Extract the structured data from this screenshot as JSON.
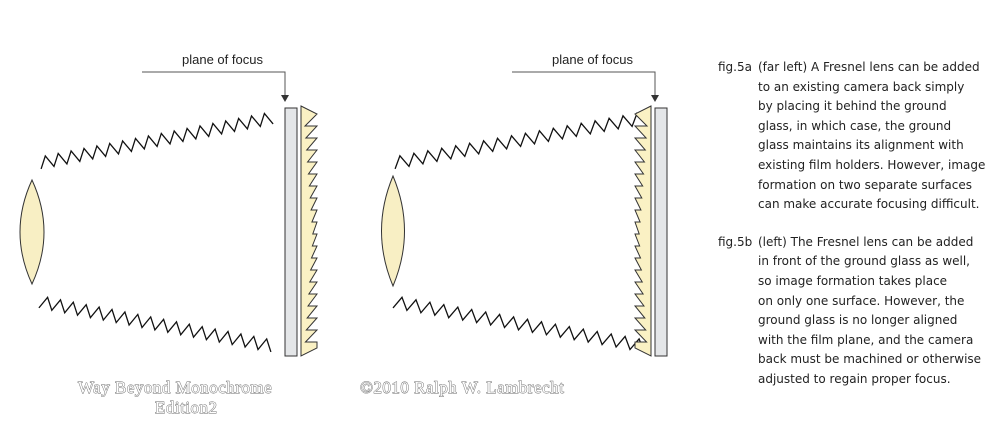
{
  "figures": [
    {
      "label_focus": "plane of focus",
      "arrangement": "fresnel behind ground glass"
    },
    {
      "label_focus": "plane of focus",
      "arrangement": "fresnel in front of ground glass"
    }
  ],
  "watermark": {
    "line1": "Way Beyond Monochrome",
    "line2": "Edition2",
    "copyright": "©2010   Ralph W. Lambrecht"
  },
  "captions": [
    {
      "label": "fig.5a",
      "lines": [
        "(far left) A Fresnel lens can be added",
        "to an existing camera back simply",
        "by placing it behind the ground",
        "glass, in which case, the ground",
        "glass maintains its alignment with",
        "existing film holders. However, image",
        "formation on two separate surfaces",
        "can make accurate focusing difficult."
      ]
    },
    {
      "label": "fig.5b",
      "lines": [
        "(left) The Fresnel lens can be added",
        "in front of the ground glass as well,",
        "so image formation takes place",
        "on only one surface. However, the",
        "ground glass is no longer aligned",
        "with the film plane, and the camera",
        "back must be machined or otherwise",
        "adjusted to regain proper focus."
      ]
    }
  ],
  "colors": {
    "lens_fill": "#f8efc4",
    "fresnel_fill": "#faf1c4",
    "ground_glass_fill": "#e4e6e8",
    "outline": "#333333"
  }
}
